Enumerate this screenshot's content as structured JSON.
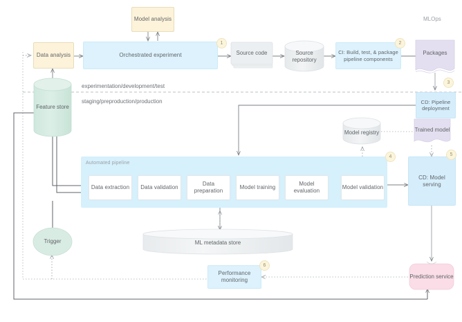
{
  "diagram": {
    "title": "MLOps",
    "zones": {
      "upper": "experimentation/development/test",
      "lower": "staging/preproduction/production"
    },
    "pipeline_band_label": "Automated pipeline"
  },
  "nodes": {
    "model_analysis": "Model analysis",
    "data_analysis": "Data analysis",
    "orchestrated_experiment": "Orchestrated experiment",
    "source_code": "Source code",
    "source_repository": "Source repository",
    "ci_build": "CI: Build, test, & package pipeline components",
    "packages": "Packages",
    "cd_pipeline_deployment": "CD: Pipeline deployment",
    "feature_store": "Feature store",
    "model_registry": "Model registry",
    "trained_model": "Trained model",
    "cd_model_serving": "CD: Model serving",
    "trigger": "Trigger",
    "ml_metadata_store": "ML metadata store",
    "performance_monitoring": "Performance monitoring",
    "prediction_service": "Prediction service"
  },
  "pipeline_steps": [
    "Data extraction",
    "Data validation",
    "Data preparation",
    "Model training",
    "Model evaluation",
    "Model validation"
  ],
  "badges": [
    {
      "number": "1"
    },
    {
      "number": "2"
    },
    {
      "number": "3"
    },
    {
      "number": "4"
    },
    {
      "number": "5"
    },
    {
      "number": "6"
    }
  ],
  "colors": {
    "yellow_fill": "#fdf3da",
    "blue_fill": "#ddf2fc",
    "band_fill": "#d6f0fc",
    "green_fill": "#d9ece3",
    "purple_fill": "#e4dff0",
    "pink_fill": "#fadde6",
    "gray_fill": "#eceff1",
    "text": "#5f6368",
    "arrow": "#7a7f83"
  }
}
